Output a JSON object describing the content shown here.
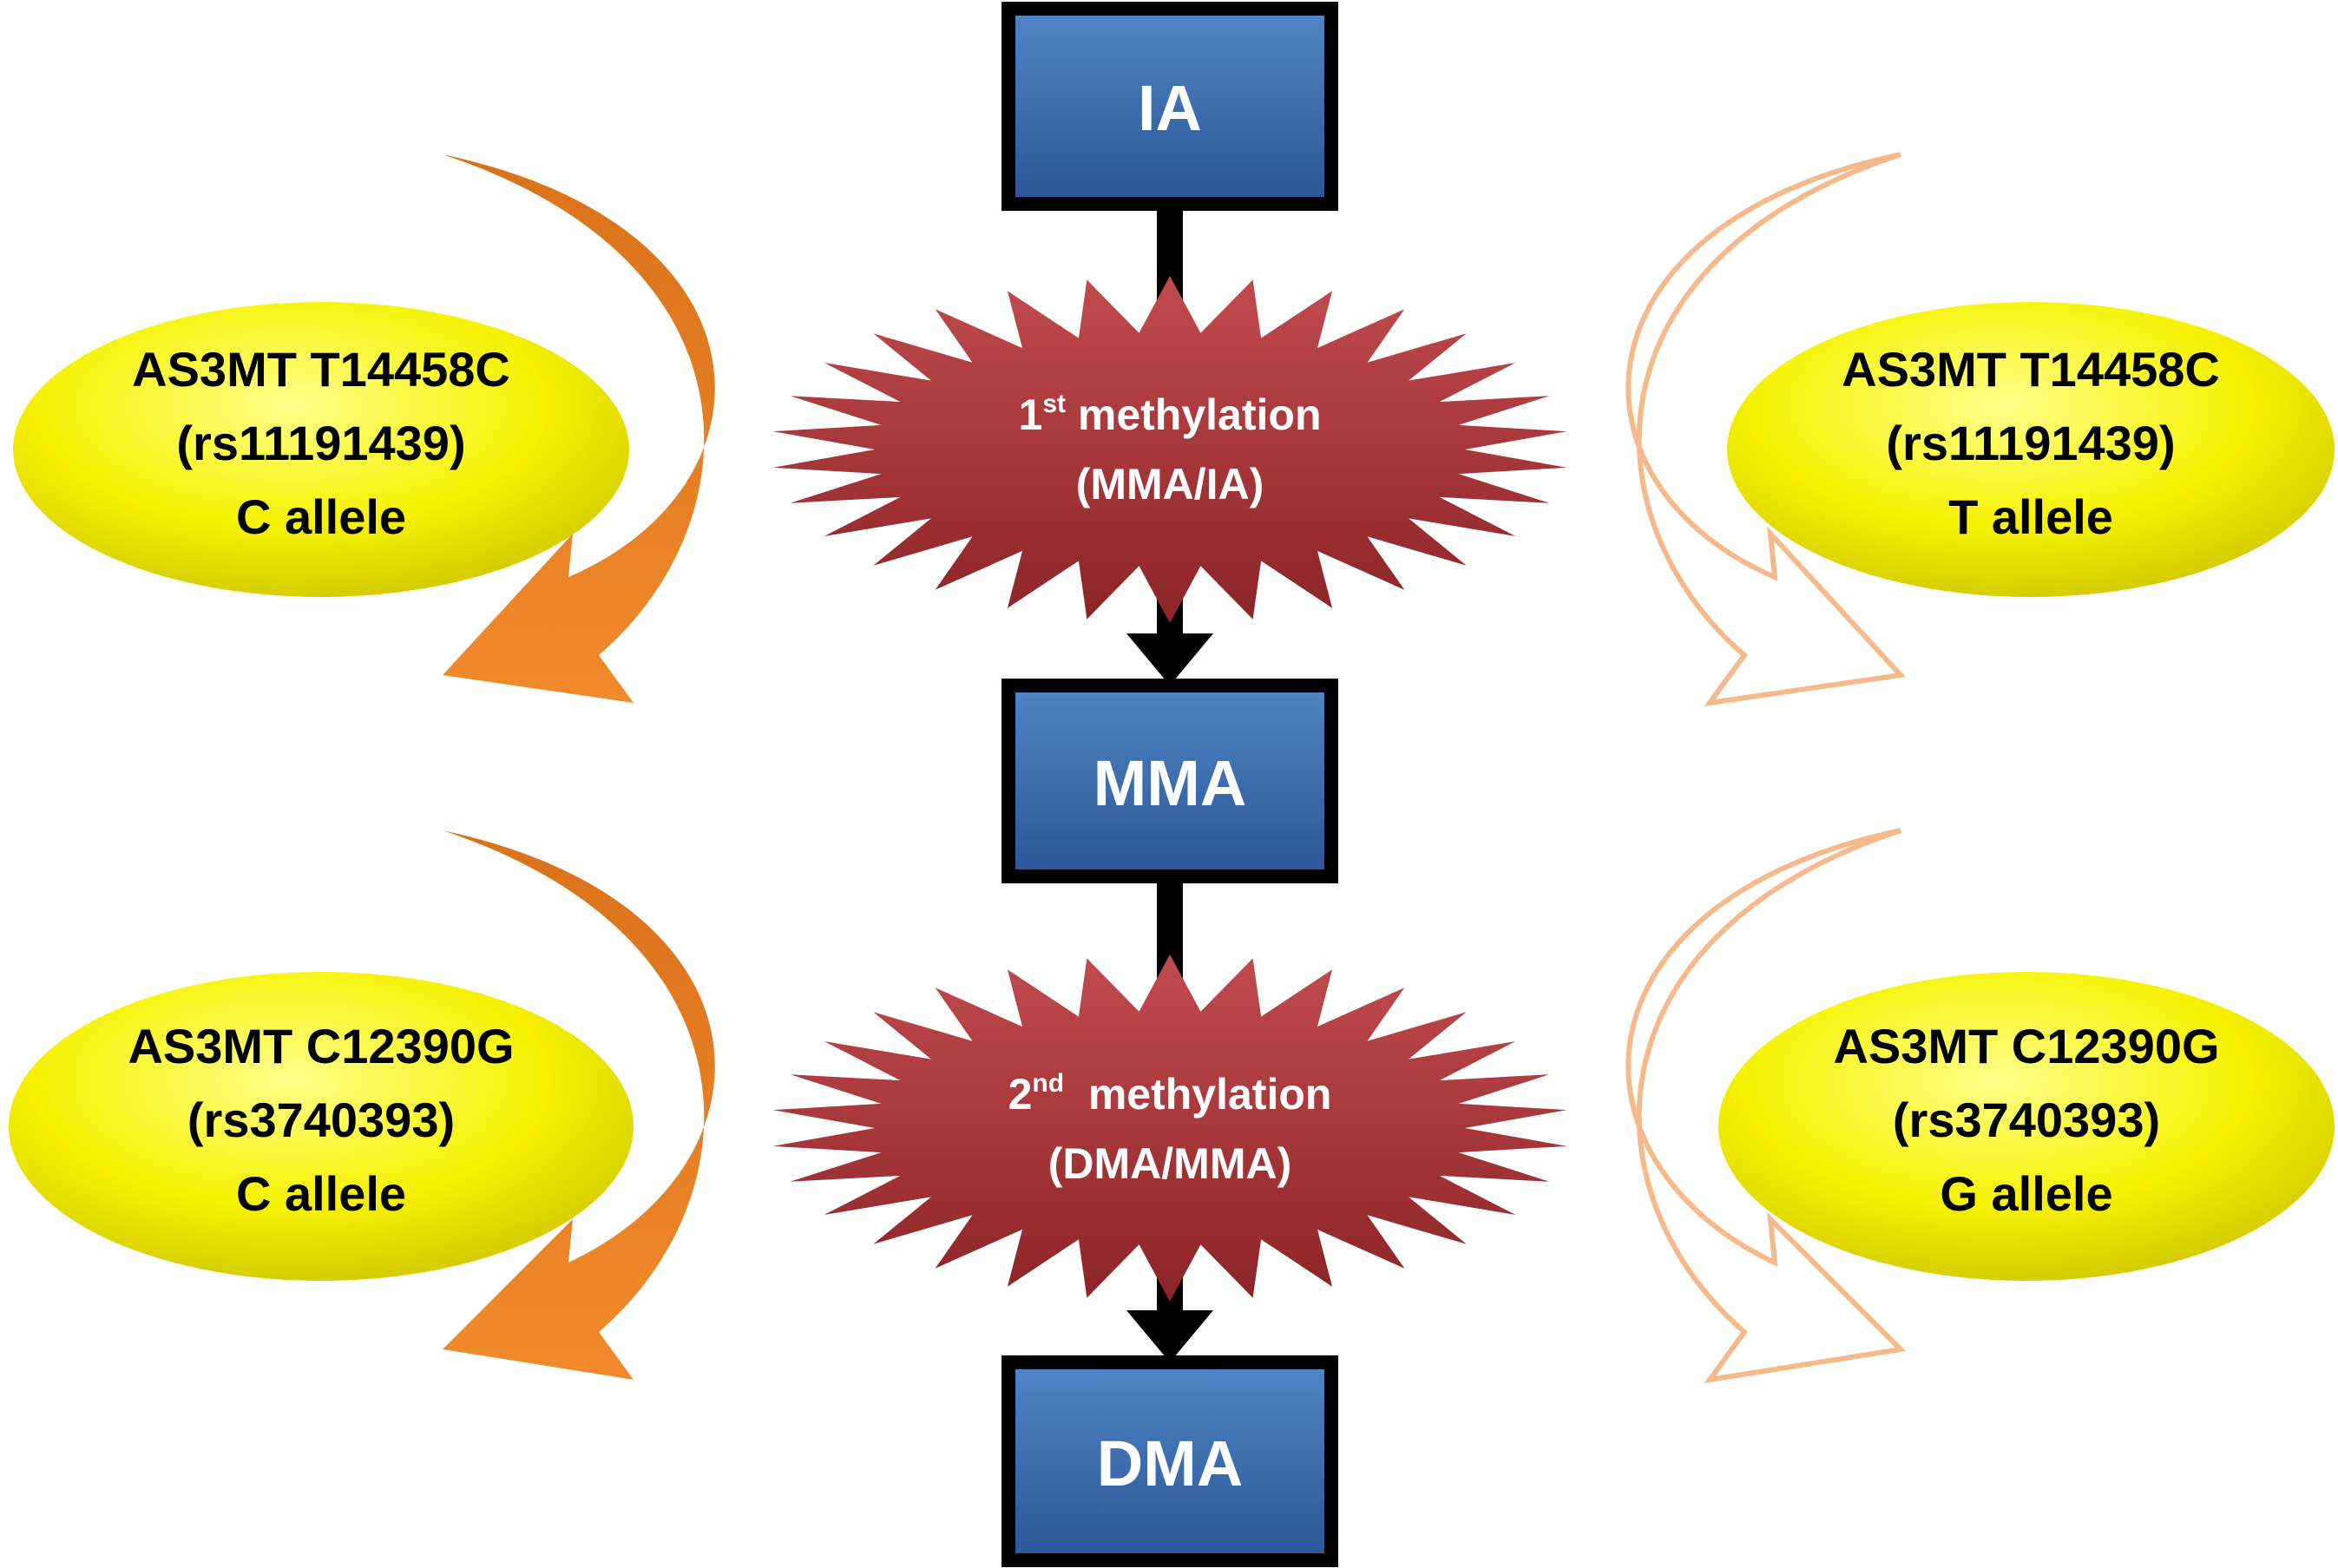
{
  "colors": {
    "box_fill_top": "#4f86c6",
    "box_fill_bottom": "#2b5597",
    "box_border": "#000000",
    "star_fill": "#a83538",
    "ellipse_fill": "#f2ef00",
    "arrow_solid": "#e0781f",
    "arrow_outline": "#f5b98c",
    "connector": "#000000"
  },
  "compounds": {
    "ia": "IA",
    "mma": "MMA",
    "dma": "DMA"
  },
  "methylation_1": {
    "ordinal": "1",
    "suffix": "st",
    "label": " methylation",
    "ratio": "(MMA/IA)"
  },
  "methylation_2": {
    "ordinal": "2",
    "suffix": "nd",
    "label": "  methylation",
    "ratio": "(DMA/MMA)"
  },
  "alleles": {
    "top_left": {
      "gene": "AS3MT T14458C",
      "rsid": "(rs11191439)",
      "allele": "C allele",
      "arrow_icon": "curved-arrow-solid"
    },
    "top_right": {
      "gene": "AS3MT T14458C",
      "rsid": "(rs11191439)",
      "allele": "T allele",
      "arrow_icon": "curved-arrow-outline"
    },
    "bottom_left": {
      "gene": "AS3MT C12390G",
      "rsid": "(rs3740393)",
      "allele": "C allele",
      "arrow_icon": "curved-arrow-solid"
    },
    "bottom_right": {
      "gene": "AS3MT C12390G",
      "rsid": "(rs3740393)",
      "allele": "G allele",
      "arrow_icon": "curved-arrow-outline"
    }
  }
}
